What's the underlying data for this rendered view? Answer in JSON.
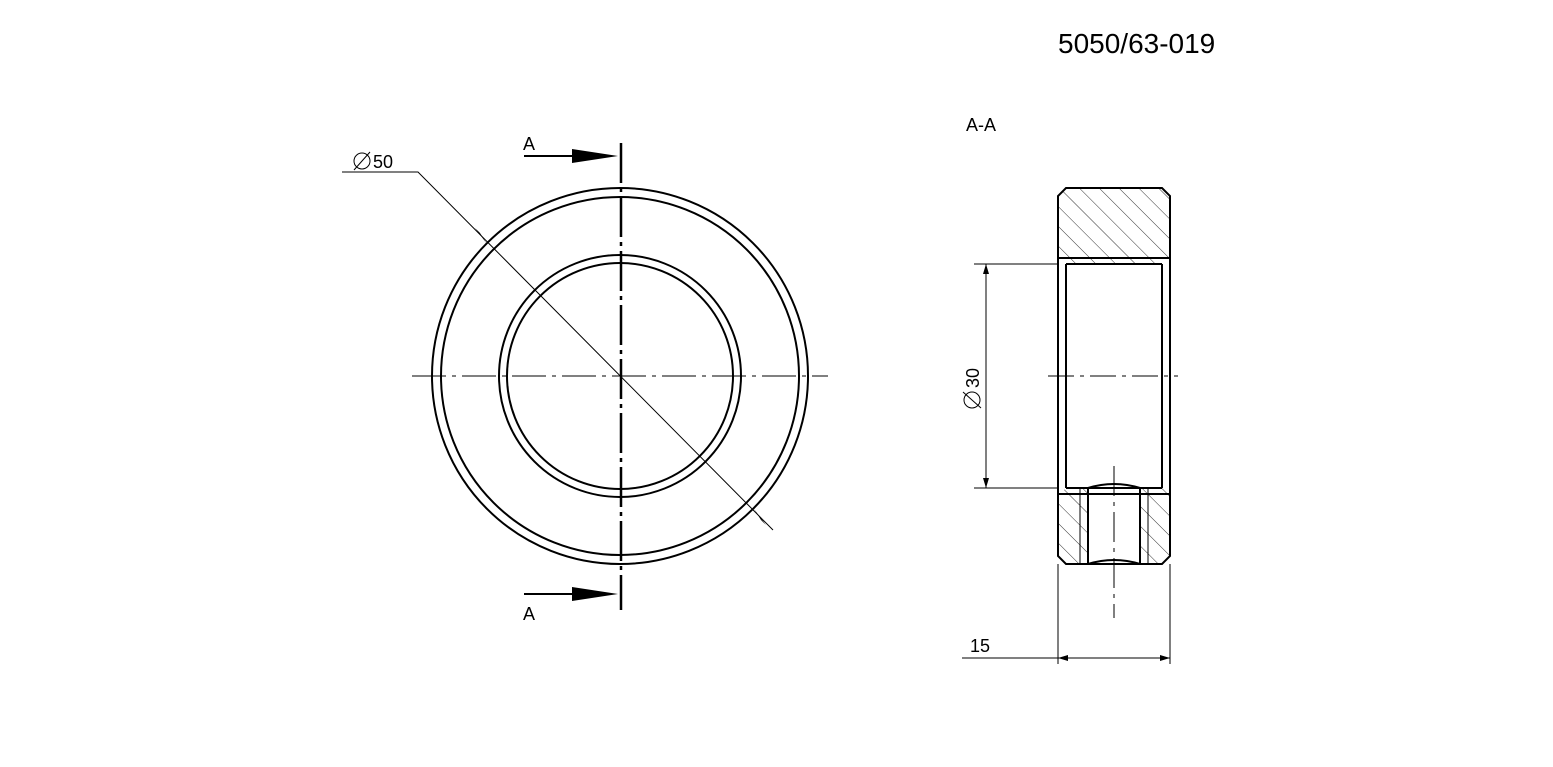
{
  "drawing_number": "5050/63-019",
  "section_view_title": "A-A",
  "section_marker_label": "A",
  "dimensions": {
    "outer_diameter": "50",
    "bore_diameter": "30",
    "width": "15"
  },
  "colors": {
    "line": "#000000",
    "background": "#ffffff"
  }
}
